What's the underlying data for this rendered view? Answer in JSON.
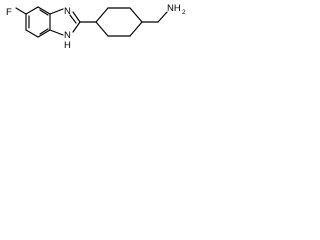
{
  "structure": {
    "labels": {
      "fluorine": "F",
      "ring_nitrogen": "N",
      "nh_nitrogen": "N",
      "nh_hydrogen": "H",
      "amine": "NH",
      "amine_subscript": "2"
    }
  }
}
